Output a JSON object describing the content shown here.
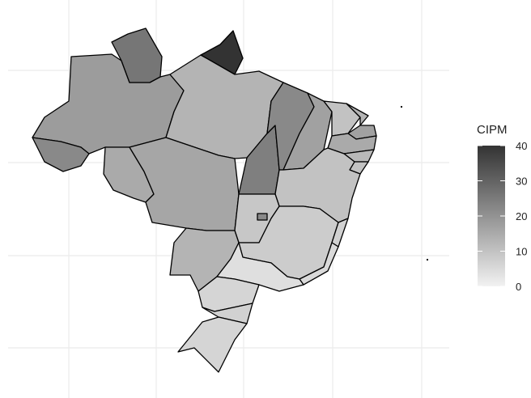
{
  "legend": {
    "title": "CIPM",
    "min": 0,
    "max": 40,
    "ticks": [
      {
        "value": 40,
        "label": "40"
      },
      {
        "value": 30,
        "label": "30"
      },
      {
        "value": 20,
        "label": "20"
      },
      {
        "value": 10,
        "label": "10"
      },
      {
        "value": 0,
        "label": "0"
      }
    ]
  },
  "colors": {
    "low": "#f2f2f2",
    "high": "#333333",
    "grid": "#ebebeb",
    "border": "#000000",
    "background": "#ffffff"
  },
  "regions": [
    {
      "id": "AC",
      "value": 22
    },
    {
      "id": "AM",
      "value": 18
    },
    {
      "id": "RR",
      "value": 26
    },
    {
      "id": "AP",
      "value": 40
    },
    {
      "id": "PA",
      "value": 13
    },
    {
      "id": "RO",
      "value": 15
    },
    {
      "id": "MT",
      "value": 16
    },
    {
      "id": "TO",
      "value": 24
    },
    {
      "id": "MA",
      "value": 22
    },
    {
      "id": "PI",
      "value": 17
    },
    {
      "id": "CE",
      "value": 10
    },
    {
      "id": "RN",
      "value": 13
    },
    {
      "id": "PB",
      "value": 17
    },
    {
      "id": "PE",
      "value": 15
    },
    {
      "id": "AL",
      "value": 12
    },
    {
      "id": "SE",
      "value": 10
    },
    {
      "id": "BA",
      "value": 10
    },
    {
      "id": "GO",
      "value": 9
    },
    {
      "id": "DF",
      "value": 22
    },
    {
      "id": "MS",
      "value": 13
    },
    {
      "id": "MG",
      "value": 8
    },
    {
      "id": "ES",
      "value": 7
    },
    {
      "id": "RJ",
      "value": 5
    },
    {
      "id": "SP",
      "value": 4
    },
    {
      "id": "PR",
      "value": 6
    },
    {
      "id": "SC",
      "value": 7
    },
    {
      "id": "RS",
      "value": 6
    }
  ]
}
